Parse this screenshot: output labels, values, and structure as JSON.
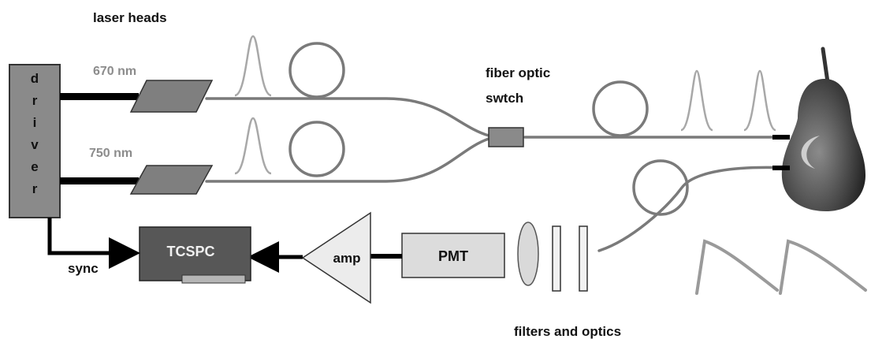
{
  "labels": {
    "laser_heads": "laser heads",
    "wavelength_1": "670 nm",
    "wavelength_2": "750 nm",
    "driver_letters": [
      "d",
      "r",
      "i",
      "v",
      "e",
      "r"
    ],
    "fiber_switch_line1": "fiber optic",
    "fiber_switch_line2": "swtch",
    "tcspc": "TCSPC",
    "amp": "amp",
    "pmt": "PMT",
    "sync": "sync",
    "filters_optics": "filters and optics"
  },
  "icons": {
    "sample": "pear-icon",
    "pulse": "gaussian-pulse-icon",
    "decay": "fluorescence-decay-icon"
  },
  "colors": {
    "fiber": "#7a7a7a",
    "driver_fill": "#8a8a8a",
    "laser_head_fill": "#7f7f7f",
    "tcspc_fill": "#575757",
    "pmt_fill": "#dcdcdc",
    "amp_fill": "#ececec",
    "text_gray": "#8c8c8c",
    "pulse": "#a8a8a8",
    "decay": "#9a9a9a"
  }
}
